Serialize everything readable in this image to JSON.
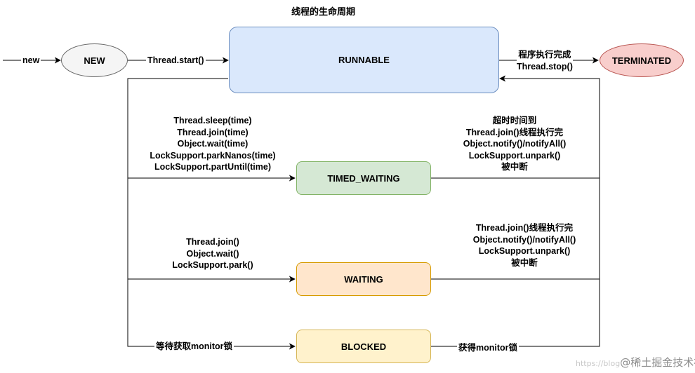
{
  "title": "线程的生命周期",
  "states": {
    "new": "NEW",
    "runnable": "RUNNABLE",
    "terminated": "TERMINATED",
    "timed_waiting": "TIMED_WAITING",
    "waiting": "WAITING",
    "blocked": "BLOCKED"
  },
  "transitions": {
    "new_in": "new",
    "start": "Thread.start()",
    "to_terminated": [
      "程序执行完成",
      "Thread.stop()"
    ],
    "to_timed_waiting": [
      "Thread.sleep(time)",
      "Thread.join(time)",
      "Object.wait(time)",
      "LockSupport.parkNanos(time)",
      "LockSupport.partUntil(time)"
    ],
    "from_timed_waiting": [
      "超时时间到",
      "Thread.join()线程执行完",
      "Object.notify()/notifyAll()",
      "LockSupport.unpark()",
      "被中断"
    ],
    "to_waiting": [
      "Thread.join()",
      "Object.wait()",
      "LockSupport.park()"
    ],
    "from_waiting": [
      "Thread.join()线程执行完",
      "Object.notify()/notifyAll()",
      "LockSupport.unpark()",
      "被中断"
    ],
    "to_blocked": "等待获取monitor锁",
    "from_blocked": "获得monitor锁"
  },
  "watermark": {
    "faint": "https://blog",
    "text": "@稀土掘金技术社区"
  },
  "colors": {
    "new_fill": "#f5f5f5",
    "runnable_fill": "#dae8fc",
    "runnable_stroke": "#6c8ebf",
    "terminated_fill": "#f8cecc",
    "terminated_stroke": "#b85450",
    "timed_fill": "#d5e8d4",
    "timed_stroke": "#82b366",
    "waiting_fill": "#ffe6cc",
    "waiting_stroke": "#d79b00",
    "blocked_fill": "#fff2cc",
    "blocked_stroke": "#d6b656"
  }
}
